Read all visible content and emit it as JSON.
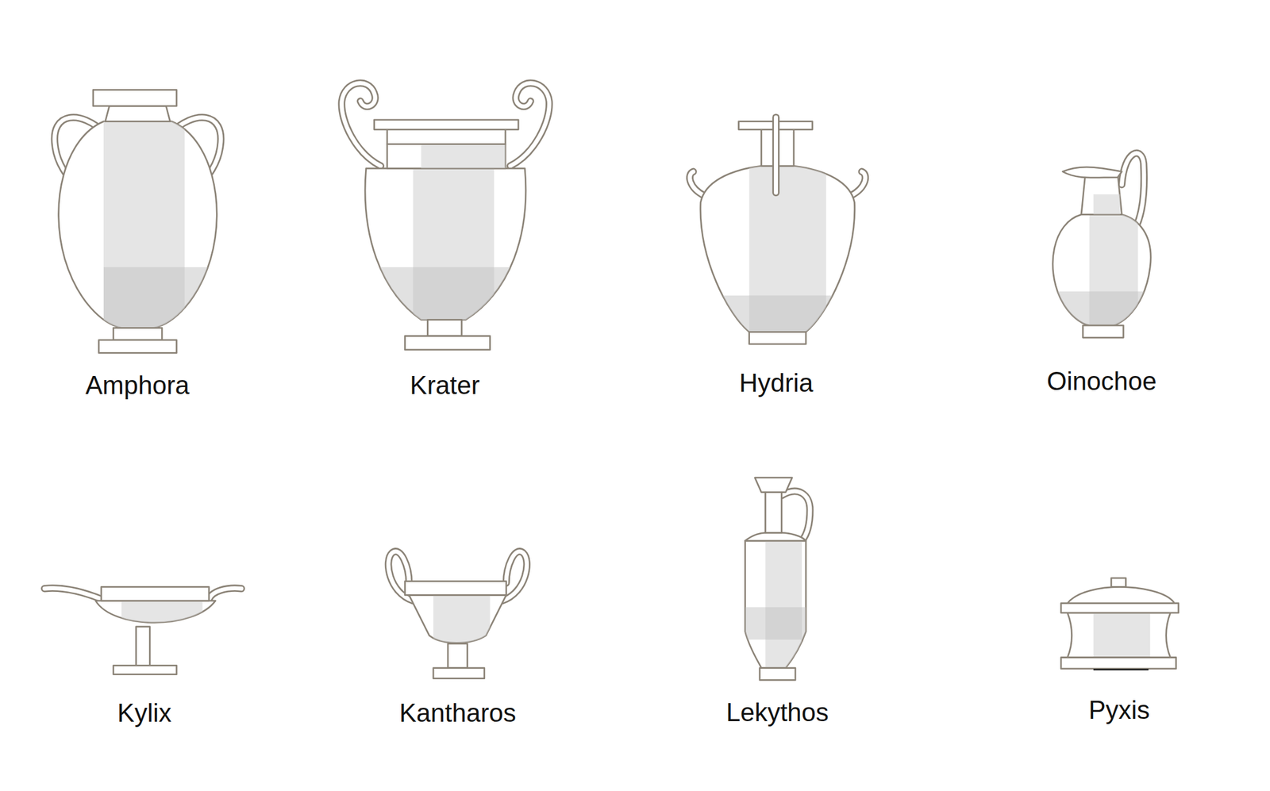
{
  "diagram": {
    "labels": [
      "Amphora",
      "Krater",
      "Hydria",
      "Oinochoe",
      "Kylix",
      "Kantharos",
      "Lekythos",
      "Pyxis"
    ]
  }
}
